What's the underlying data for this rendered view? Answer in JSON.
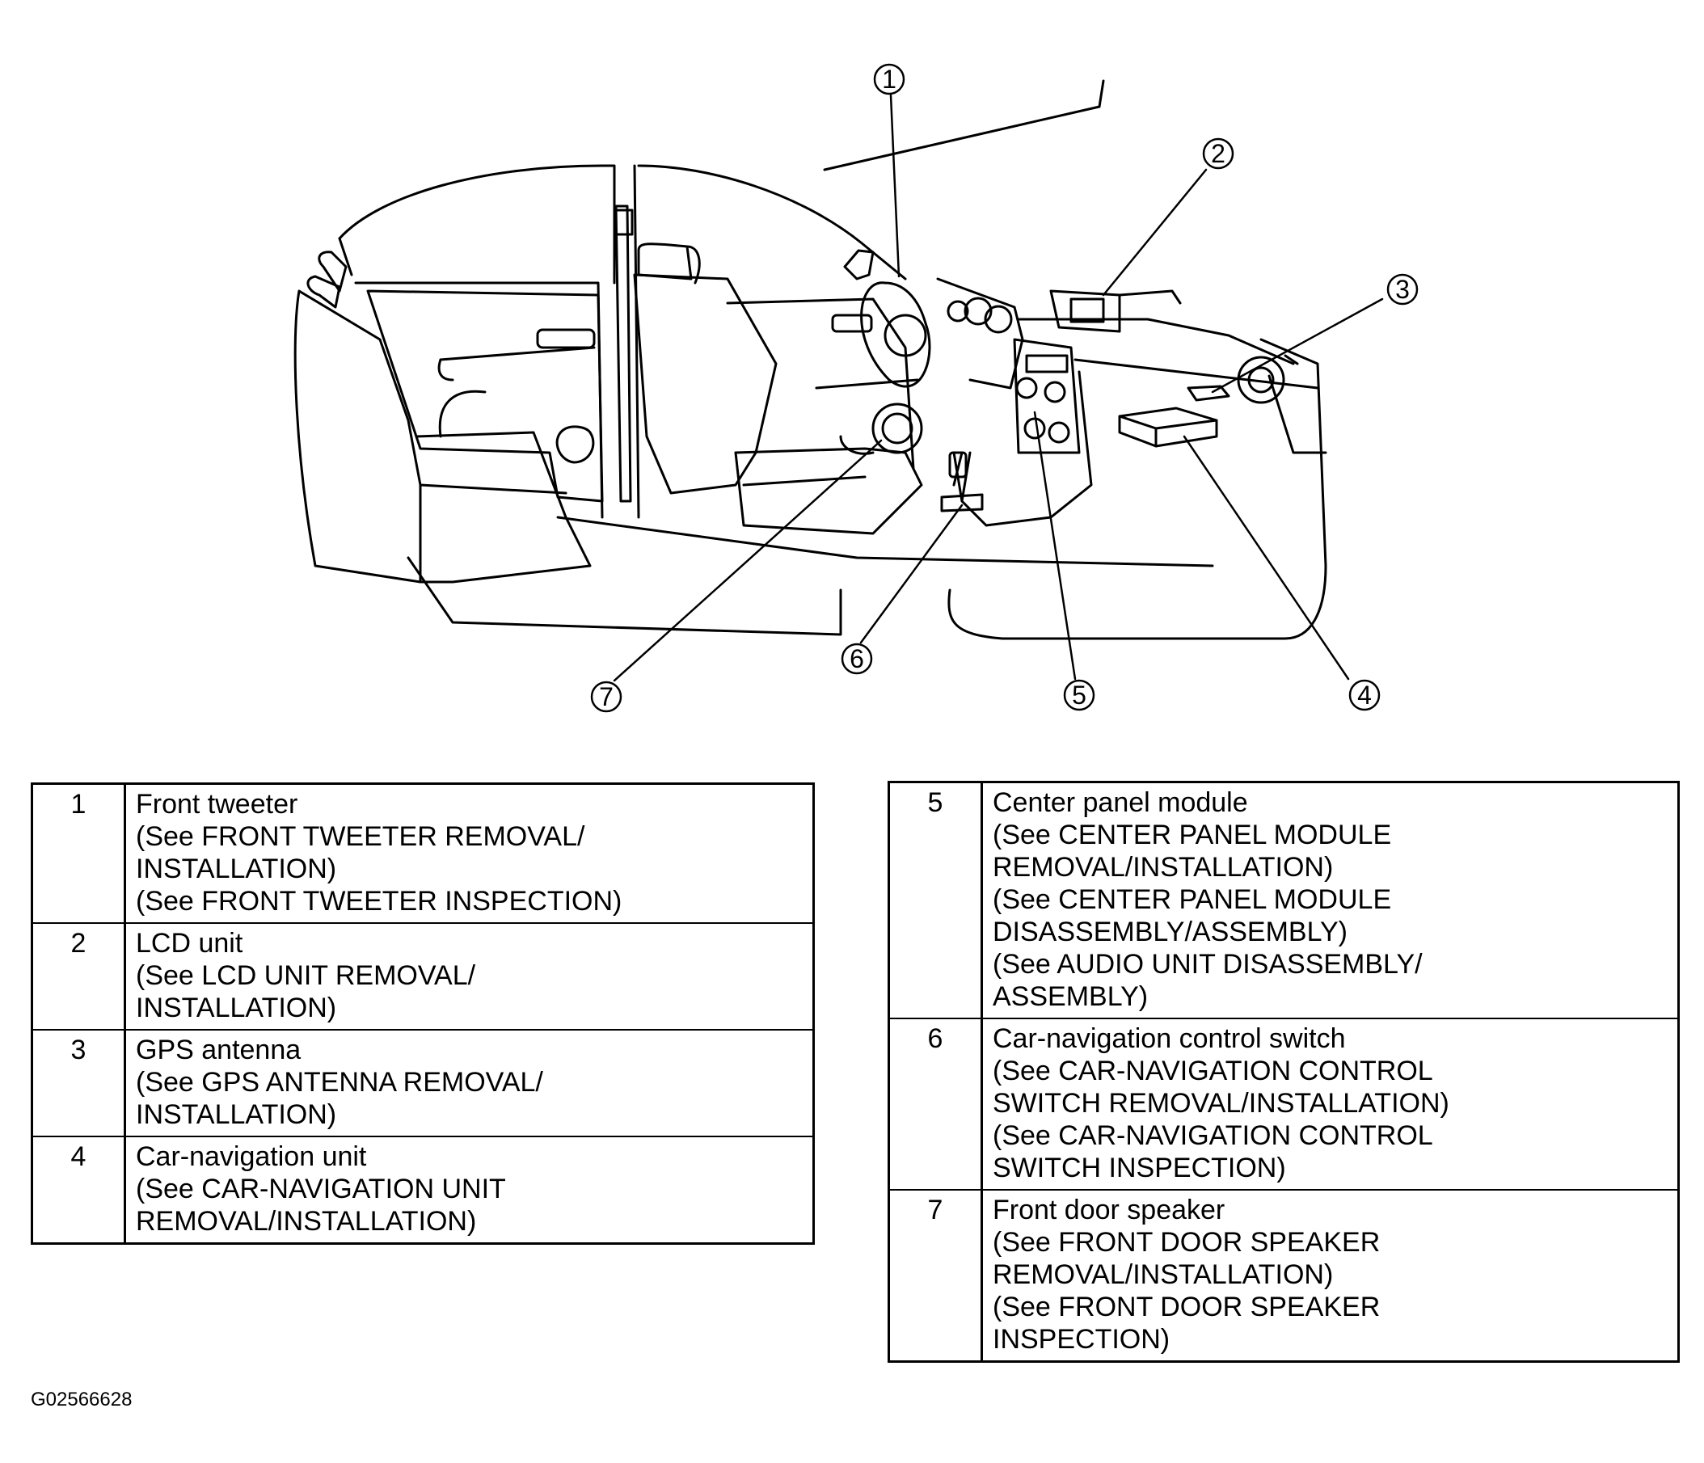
{
  "figure_id": "G02566628",
  "callouts": [
    "1",
    "2",
    "3",
    "4",
    "5",
    "6",
    "7"
  ],
  "legend_left": [
    {
      "num": "1",
      "lines": [
        "Front tweeter",
        "(See FRONT TWEETER REMOVAL/",
        "INSTALLATION)",
        "(See FRONT TWEETER INSPECTION)"
      ]
    },
    {
      "num": "2",
      "lines": [
        "LCD unit",
        "(See LCD UNIT REMOVAL/",
        "INSTALLATION)"
      ]
    },
    {
      "num": "3",
      "lines": [
        "GPS antenna",
        "(See GPS ANTENNA REMOVAL/",
        "INSTALLATION)"
      ]
    },
    {
      "num": "4",
      "lines": [
        "Car-navigation unit",
        "(See CAR-NAVIGATION UNIT",
        "REMOVAL/INSTALLATION)"
      ]
    }
  ],
  "legend_right": [
    {
      "num": "5",
      "lines": [
        "Center panel module",
        "(See CENTER PANEL MODULE",
        "REMOVAL/INSTALLATION)",
        "(See CENTER PANEL MODULE",
        "DISASSEMBLY/ASSEMBLY)",
        "(See AUDIO UNIT DISASSEMBLY/",
        "ASSEMBLY)"
      ]
    },
    {
      "num": "6",
      "lines": [
        "Car-navigation control switch",
        "(See CAR-NAVIGATION CONTROL",
        "SWITCH REMOVAL/INSTALLATION)",
        "(See CAR-NAVIGATION CONTROL",
        "SWITCH INSPECTION)"
      ]
    },
    {
      "num": "7",
      "lines": [
        "Front door speaker",
        "(See FRONT DOOR SPEAKER",
        "REMOVAL/INSTALLATION)",
        "(See FRONT DOOR SPEAKER",
        "INSPECTION)"
      ]
    }
  ]
}
